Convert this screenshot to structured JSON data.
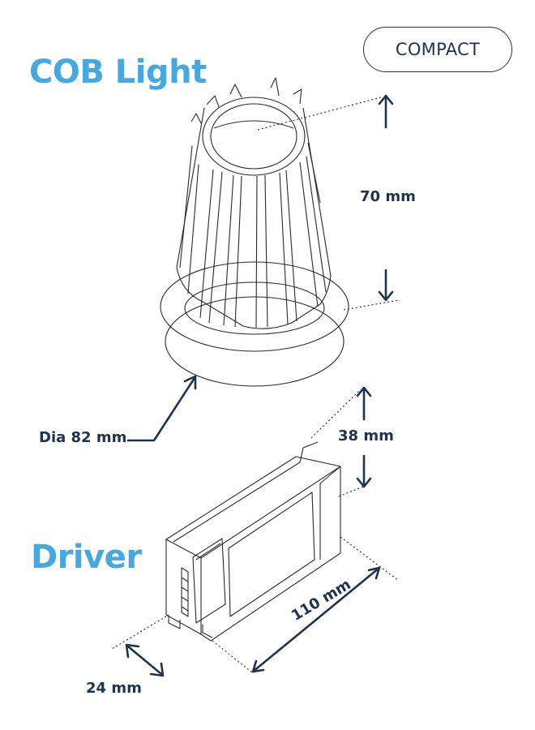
{
  "cob_title": "COB Light",
  "driver_title": "Driver",
  "badge": "COMPACT",
  "dimensions": {
    "height_70": "70 mm",
    "diameter": "Dia 82 mm",
    "height_38": "38 mm",
    "length_110": "110 mm",
    "width_24": "24 mm"
  },
  "colors": {
    "title_blue": "#45a8e0",
    "navy": "#1e3350",
    "line": "#2a2a2a"
  }
}
